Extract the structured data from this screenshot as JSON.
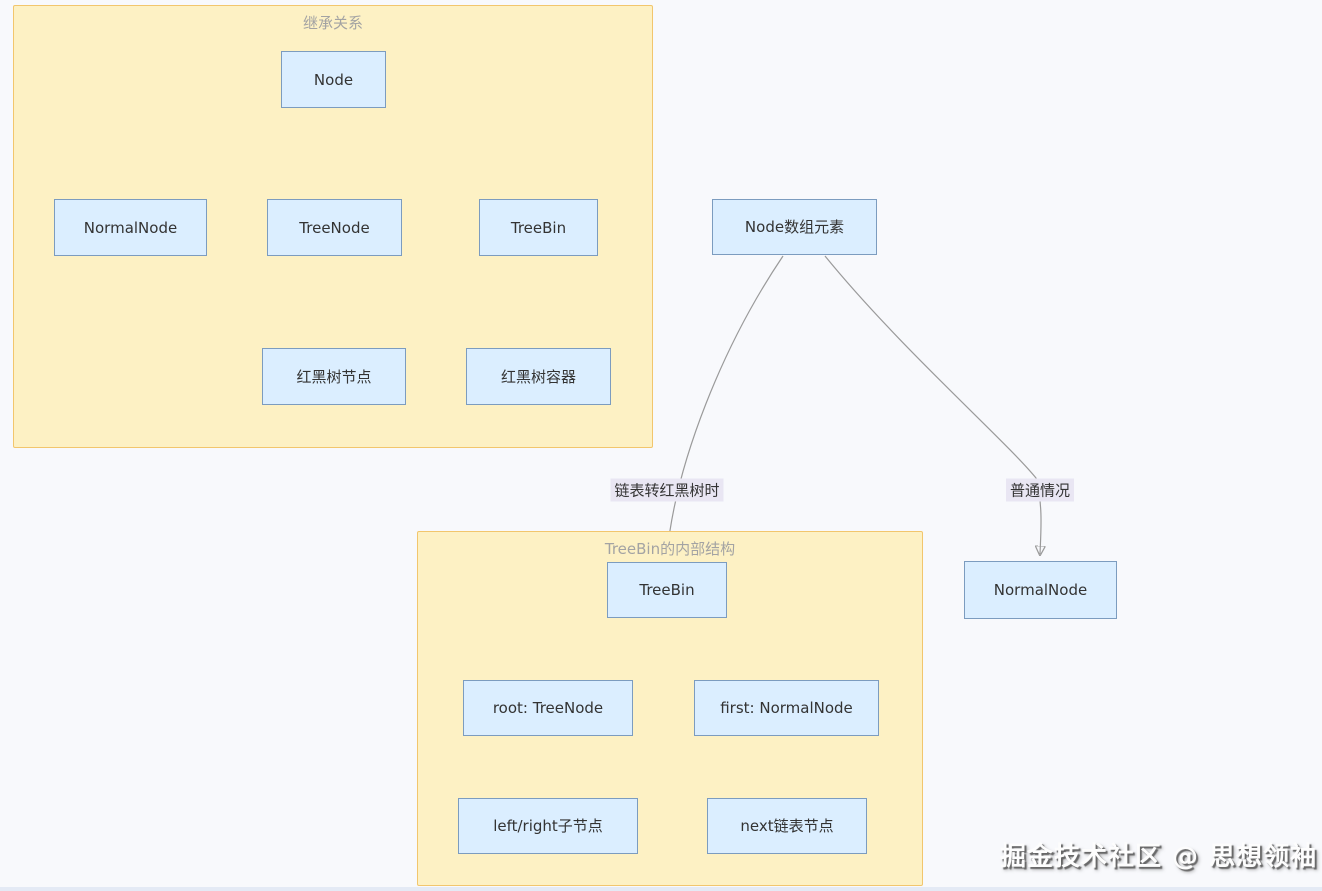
{
  "colors": {
    "page_bg": "#f8f9fc",
    "subgraph_fill": "#fdf1c4",
    "subgraph_border": "#f2c66d",
    "node_fill": "#dbeeff",
    "node_border": "#7c9cbf",
    "node_text": "#333333",
    "edge_line": "#9a9a9a",
    "edge_arrow": "#818589",
    "edge_label_bg": "#e9e6f3",
    "subgraph_title": "#a3a3a3"
  },
  "subgraphs": [
    {
      "id": "inheritance",
      "title": "继承关系"
    },
    {
      "id": "treebin-internal",
      "title": "TreeBin的内部结构"
    }
  ],
  "nodes": [
    {
      "id": "node",
      "label": "Node"
    },
    {
      "id": "normalnode",
      "label": "NormalNode"
    },
    {
      "id": "treenode",
      "label": "TreeNode"
    },
    {
      "id": "treebin",
      "label": "TreeBin"
    },
    {
      "id": "rb-tree-node",
      "label": "红黑树节点"
    },
    {
      "id": "rb-tree-container",
      "label": "红黑树容器"
    },
    {
      "id": "node-array-element",
      "label": "Node数组元素"
    },
    {
      "id": "treebin-inner",
      "label": "TreeBin"
    },
    {
      "id": "root-treenode",
      "label": "root: TreeNode"
    },
    {
      "id": "first-normalnode",
      "label": "first: NormalNode"
    },
    {
      "id": "left-right-child",
      "label": "left/right子节点"
    },
    {
      "id": "next-list-node",
      "label": "next链表节点"
    },
    {
      "id": "normalnode-right",
      "label": "NormalNode"
    }
  ],
  "edge_labels": [
    {
      "id": "to-treebin",
      "text": "链表转红黑树时"
    },
    {
      "id": "to-normalnode",
      "text": "普通情况"
    }
  ],
  "watermark": {
    "text": "掘金技术社区 @ 思想领袖"
  }
}
